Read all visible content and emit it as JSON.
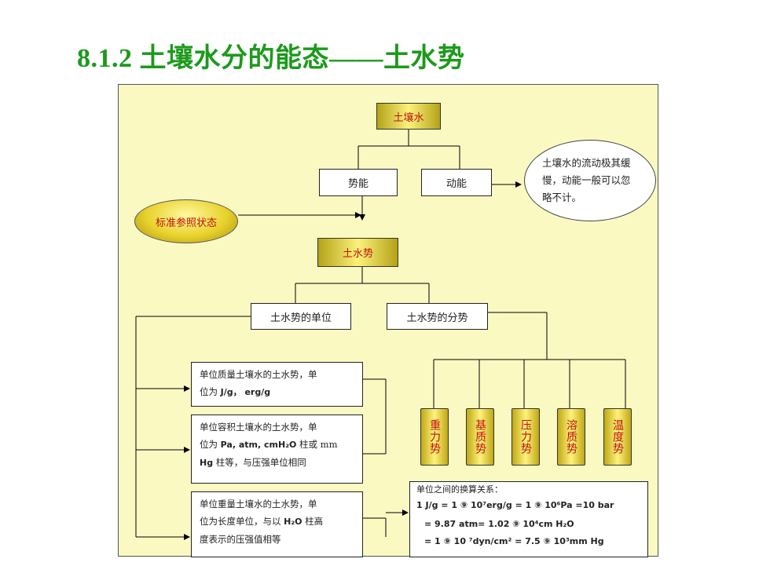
{
  "title": "8.1.2 土壤水分的能态——土水势",
  "nodes": {
    "soil_water": "土壤水",
    "potential_energy": "势能",
    "kinetic_energy": "动能",
    "kinetic_note": "土壤水的流动极其缓慢，动能一般可以忽略不计。",
    "reference_state": "标准参照状态",
    "soil_water_potential": "土水势",
    "units": "土水势的单位",
    "components": "土水势的分势"
  },
  "component_list": [
    "重力势",
    "基质势",
    "压力势",
    "溶质势",
    "温度势"
  ],
  "unit_boxes": [
    {
      "line1": "单位质量土壤水的土水势，单",
      "line2_prefix": "位为 ",
      "line2_bold": "J/g， erg/g",
      "line2_suffix": "",
      "line3_bold": "",
      "line3_suffix": ""
    },
    {
      "line1": "单位容积土壤水的土水势，单",
      "line2_prefix": "位为 ",
      "line2_bold": "Pa, atm, cmH₂O",
      "line2_suffix": " 柱或 mm",
      "line3_bold": "Hg",
      "line3_suffix": " 柱等，与压强单位相同"
    },
    {
      "line1": "单位重量土壤水的土水势，单",
      "line2_prefix": "位为长度单位，与以 ",
      "line2_bold": "H₂O",
      "line2_suffix": " 柱高",
      "line3_bold": "",
      "line3_suffix": "度表示的压强值相等"
    }
  ],
  "conversion": {
    "heading": "单位之间的换算关系：",
    "line1": "1 J/g = 1 ⑨ 10⁷erg/g = 1 ⑨ 10⁶Pa =10 bar",
    "line2": "= 9.87 atm= 1.02 ⑨ 10⁴cm H₂O",
    "line3": "= 1   ⑨ 10 ⁷dyn/cm² = 7.5 ⑨ 10³mm Hg"
  }
}
